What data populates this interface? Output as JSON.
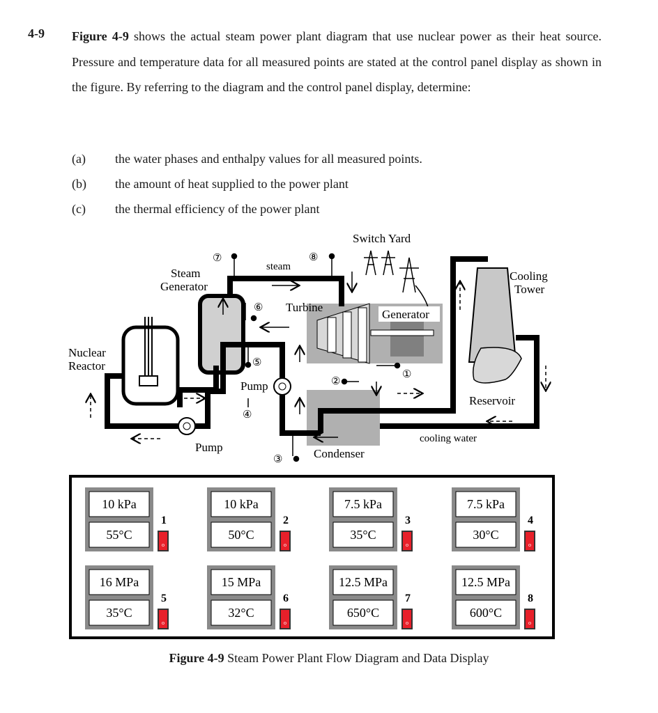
{
  "problem": {
    "number": "4-9",
    "figure_ref": "Figure 4-9",
    "intro": " shows the actual steam power plant diagram that use nuclear power as their heat source. Pressure and temperature data for all measured points are stated at the control panel display as shown in the figure. By referring to the diagram and the control panel display, determine:",
    "items": [
      {
        "label": "(a)",
        "text": "the water phases and enthalpy values for all measured points."
      },
      {
        "label": "(b)",
        "text": "the amount of heat supplied to the power plant"
      },
      {
        "label": "(c)",
        "text": "the thermal efficiency of the power plant"
      }
    ]
  },
  "diagram": {
    "switch_yard": "Switch Yard",
    "cooling_tower": [
      "Cooling",
      "Tower"
    ],
    "steam_generator": [
      "Steam",
      "Generator"
    ],
    "steam": "steam",
    "turbine": "Turbine",
    "generator": "Generator",
    "nuclear_reactor": [
      "Nuclear",
      "Reactor"
    ],
    "pump": "Pump",
    "reservoir": "Reservoir",
    "cooling_water": "cooling water",
    "condenser": "Condenser",
    "points": [
      "①",
      "②",
      "③",
      "④",
      "⑤",
      "⑥",
      "⑦",
      "⑧"
    ]
  },
  "panel": {
    "readings": [
      {
        "point": "1",
        "pressure": "10 kPa",
        "temperature": "55°C"
      },
      {
        "point": "2",
        "pressure": "10 kPa",
        "temperature": "50°C"
      },
      {
        "point": "3",
        "pressure": "7.5 kPa",
        "temperature": "35°C"
      },
      {
        "point": "4",
        "pressure": "7.5 kPa",
        "temperature": "30°C"
      },
      {
        "point": "5",
        "pressure": "16 MPa",
        "temperature": "35°C"
      },
      {
        "point": "6",
        "pressure": "15 MPa",
        "temperature": "32°C"
      },
      {
        "point": "7",
        "pressure": "12.5 MPa",
        "temperature": "650°C"
      },
      {
        "point": "8",
        "pressure": "12.5 MPa",
        "temperature": "600°C"
      }
    ],
    "switch_glyph": "o"
  },
  "caption": {
    "bold": "Figure 4-9",
    "text": " Steam Power Plant Flow Diagram and Data Display"
  },
  "colors": {
    "pipe": "#000000",
    "equipment_gray": "#b0b0b0",
    "switch_red": "#e8202a",
    "box_gray": "#8a8a8a"
  }
}
